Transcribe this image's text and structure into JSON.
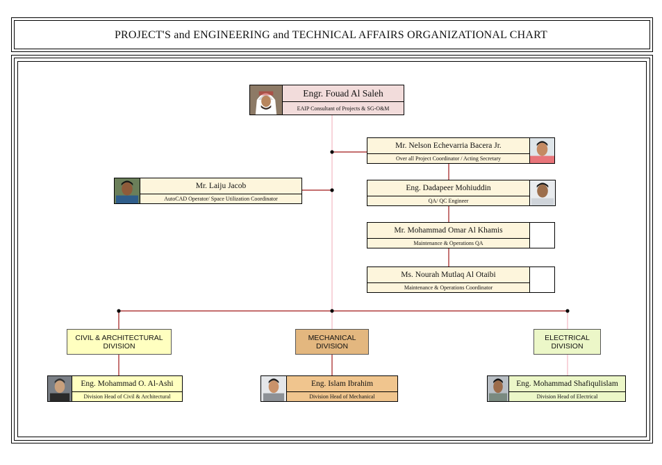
{
  "title": "PROJECT'S and ENGINEERING and TECHNICAL AFFAIRS ORGANIZATIONAL CHART",
  "colors": {
    "pink_card": "#f2dcdb",
    "cream_card": "#fdf5dc",
    "civil_division": "#ffffc0",
    "mechanical_division": "#e3b77f",
    "mechanical_card": "#f0c58e",
    "electrical_division": "#ecf7c8",
    "electrical_card": "#ecf7c8",
    "connector_red": "#a01818",
    "connector_pink": "#f2b8c0"
  },
  "head": {
    "name": "Engr. Fouad Al Saleh",
    "role": "EAIP Consultant of Projects & SG-O&M",
    "photo_icon": "person-photo-headdress"
  },
  "staff": [
    {
      "name": "Mr. Nelson Echevarria Bacera Jr.",
      "role": "Over all Project Coordinator / Acting Secretary",
      "photo_icon": "person-photo"
    },
    {
      "name": "Eng. Dadapeer Mohiuddin",
      "role": "QA/ QC Engineer",
      "photo_icon": "person-photo"
    },
    {
      "name": "Mr. Mohammad Omar Al Khamis",
      "role": "Maintenance & Operations  QA",
      "photo_icon": "blank-photo"
    },
    {
      "name": "Ms. Nourah Mutlaq Al Otaibi",
      "role": "Maintenance & Operations  Coordinator",
      "photo_icon": "blank-photo"
    }
  ],
  "side": {
    "name": "Mr. Laiju Jacob",
    "role": "AutoCAD Operator/ Space Utilization Coordinator",
    "photo_icon": "person-photo"
  },
  "divisions": [
    {
      "line1": "CIVIL & ARCHITECTURAL",
      "line2": "DIVISION",
      "head_name": "Eng. Mohammad O. Al-Ashi",
      "head_role": "Division Head of Civil & Architectural",
      "photo_icon": "person-photo"
    },
    {
      "line1": "MECHANICAL",
      "line2": "DIVISION",
      "head_name": "Eng. Islam Ibrahim",
      "head_role": "Division Head of Mechanical",
      "photo_icon": "person-photo"
    },
    {
      "line1": "ELECTRICAL",
      "line2": "DIVISION",
      "head_name": "Eng. Mohammad Shafiqulislam",
      "head_role": "Division Head of Electrical",
      "photo_icon": "person-photo"
    }
  ]
}
